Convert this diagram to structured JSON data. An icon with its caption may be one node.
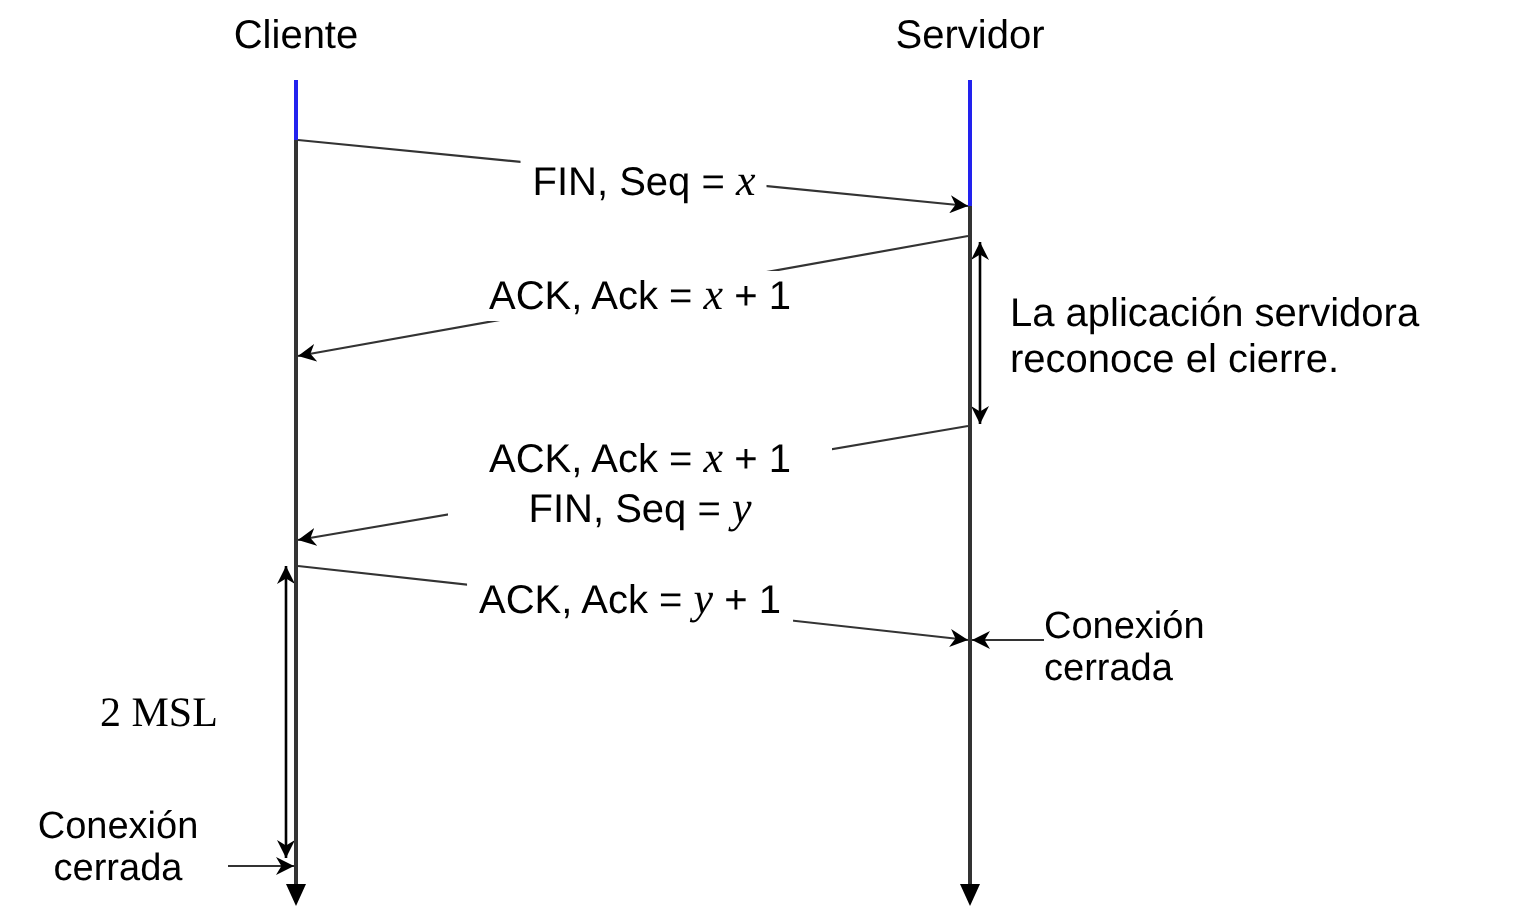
{
  "diagram": {
    "nodes": [
      {
        "text": [
          "Cliente"
        ]
      },
      {
        "text": [
          "Servidor"
        ]
      },
      {
        "text": [],
        "shape": "bar"
      },
      {
        "text": [],
        "shape": "bar"
      },
      {
        "text": [
          "Conexión cerrada"
        ]
      },
      {
        "text": [
          "Conexión cerrada"
        ]
      }
    ],
    "edges": [
      {
        "from": 2,
        "to": 3,
        "arrow": "to",
        "label": "FIN, Seq = *x*"
      },
      {
        "from": 3,
        "to": 2,
        "arrow": "to",
        "label": "ACK, Ack = *x* + 1"
      },
      {
        "from": 3,
        "to": 2,
        "arrow": "to",
        "label": "ACK, Ack = *x* + 1 FIN, Seq = *y*"
      },
      {
        "from": 2,
        "to": 3,
        "arrow": "to",
        "label": "ACK, Ack = *y* + 1"
      },
      {
        "from": 4,
        "to": 3,
        "arrow": "to"
      },
      {
        "from": 5,
        "to": 2,
        "arrow": "to"
      }
    ],
    "labels": [
      "La aplicación servidora reconoce el cierre.",
      "2 MSL"
    ]
  }
}
